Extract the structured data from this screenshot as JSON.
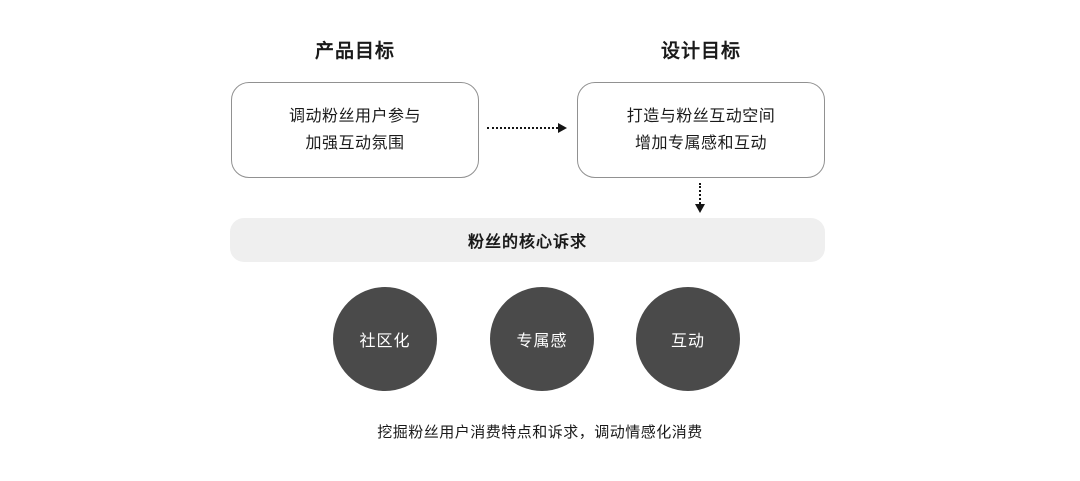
{
  "diagram": {
    "product_goal": {
      "heading": "产品目标",
      "box_lines": [
        "调动粉丝用户参与",
        "加强互动氛围"
      ]
    },
    "design_goal": {
      "heading": "设计目标",
      "box_lines": [
        "打造与粉丝互动空间",
        "增加专属感和互动"
      ]
    },
    "core_demand_bar": "粉丝的核心诉求",
    "circles": [
      {
        "label": "社区化"
      },
      {
        "label": "专属感"
      },
      {
        "label": "互动"
      }
    ],
    "footer_note": "挖掘粉丝用户消费特点和诉求，调动情感化消费",
    "colors": {
      "circle_bg": "#4a4a4a",
      "bar_bg": "#efefef",
      "box_border": "#919191",
      "text": "#1a1a1a",
      "arrow": "#141414"
    }
  }
}
